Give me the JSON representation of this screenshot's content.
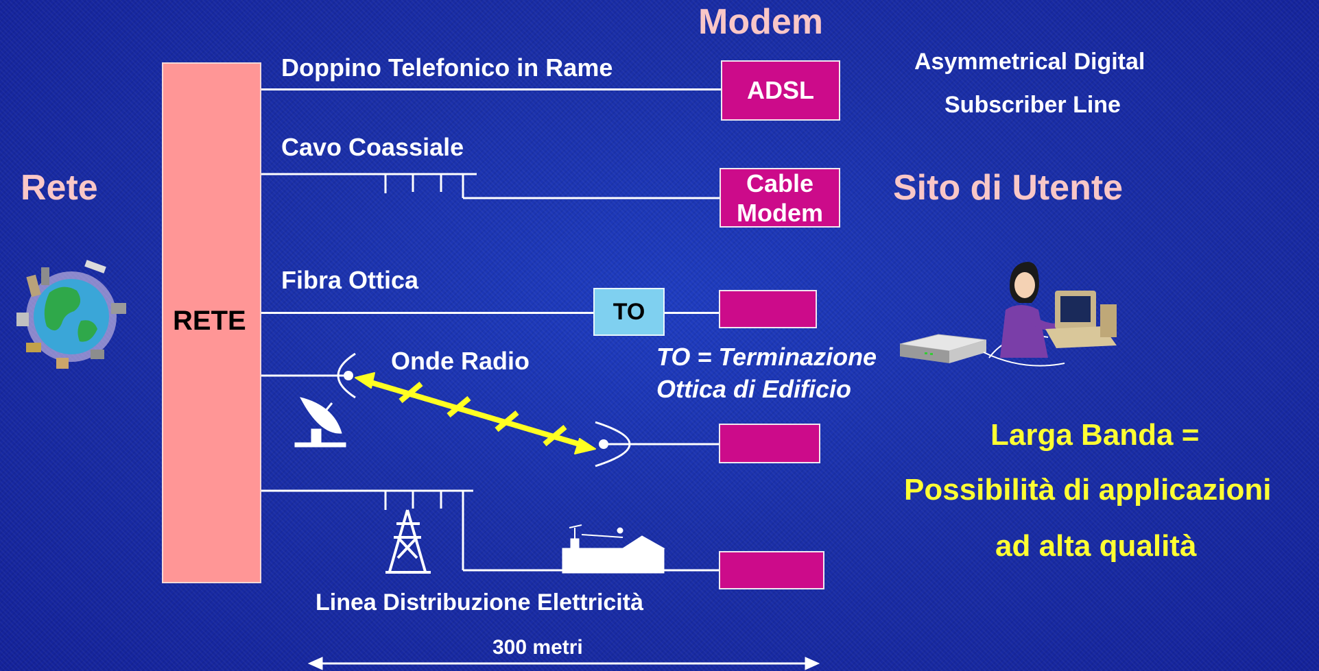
{
  "header": {
    "modem": "Modem"
  },
  "left": {
    "title": "Rete",
    "bar_label": "RETE"
  },
  "right": {
    "title": "Sito di Utente",
    "adsl_expansion_line1": "Asymmetrical Digital",
    "adsl_expansion_line2": "Subscriber Line"
  },
  "connections": {
    "copper": {
      "label": "Doppino Telefonico in Rame",
      "modem": "ADSL"
    },
    "coax": {
      "label": "Cavo Coassiale",
      "modem_line1": "Cable",
      "modem_line2": "Modem"
    },
    "fiber": {
      "label": "Fibra Ottica",
      "node": "TO",
      "note_line1": "TO = Terminazione",
      "note_line2": "Ottica di Edificio"
    },
    "radio": {
      "label": "Onde Radio"
    },
    "power": {
      "label": "Linea Distribuzione Elettricità"
    }
  },
  "distance": {
    "label": "300 metri"
  },
  "broadband": {
    "line1": "Larga Banda =",
    "line2": "Possibilità di applicazioni",
    "line3": "ad alta qualità"
  },
  "colors": {
    "background": "#1a2fa8",
    "rete_bar": "#ff9696",
    "modem_box": "#cc0b8a",
    "to_box": "#7fd0f0",
    "title_pink": "#f9c7c7",
    "highlight_yellow": "#ffff33"
  },
  "icons": [
    "globe-icon",
    "satellite-dish-icon",
    "pylon-icon",
    "house-icon",
    "user-at-computer-icon",
    "modem-device-icon"
  ]
}
